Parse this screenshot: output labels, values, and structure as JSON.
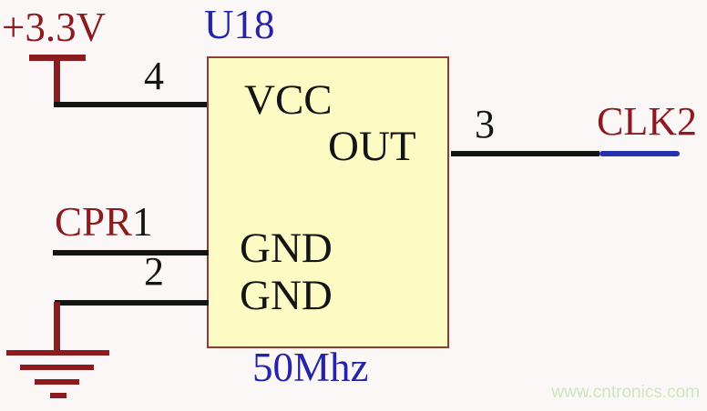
{
  "schematic": {
    "power": {
      "label": "+3.3V"
    },
    "component": {
      "refdes": "U18",
      "value": "50Mhz",
      "pins": {
        "vcc": {
          "name": "VCC",
          "number": "4"
        },
        "out": {
          "name": "OUT",
          "number": "3"
        },
        "gnd_top": {
          "name": "GND",
          "number": "1"
        },
        "gnd_bottom": {
          "name": "GND",
          "number": "2"
        }
      }
    },
    "nets": {
      "control": "CPR",
      "output": "CLK2"
    },
    "watermark": "www.cntronics.com",
    "colors": {
      "background": "#FCF7F7",
      "dark_red": "#8B1B1E",
      "dark_blue": "#2424A8",
      "wire_black": "#141414",
      "wire_blue": "#2232AE",
      "box_fill": "#FDFBC4",
      "box_border": "#8F3B38",
      "watermark_green": "#CBE7BC"
    }
  }
}
